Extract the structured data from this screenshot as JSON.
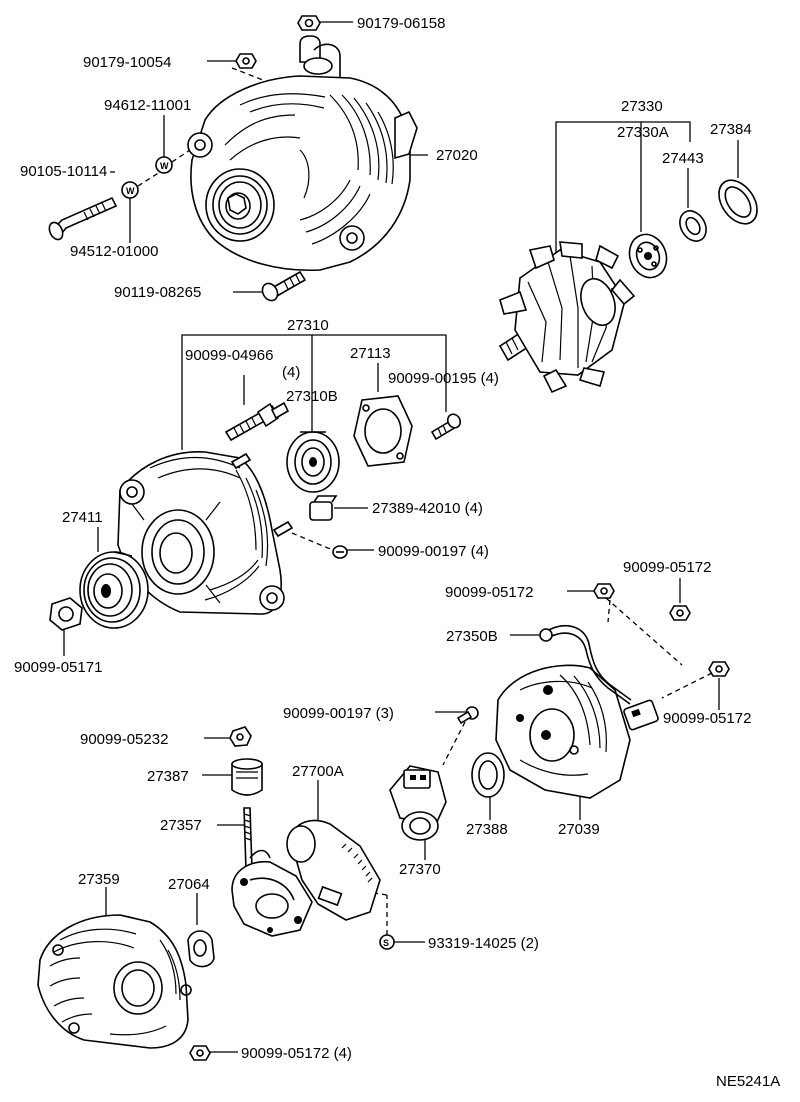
{
  "figure_id": "NE5241A",
  "callouts": {
    "p90179_06158": "90179-06158",
    "p90179_10054": "90179-10054",
    "p94612_11001": "94612-11001",
    "p90105_10114": "90105-10114",
    "p94512_01000": "94512-01000",
    "p27020": "27020",
    "p90119_08265": "90119-08265",
    "p27330": "27330",
    "p27330A": "27330A",
    "p27384": "27384",
    "p27443": "27443",
    "p27310": "27310",
    "p90099_04966": "90099-04966",
    "p90099_04966_qty": "(4)",
    "p27113": "27113",
    "p90099_00195": "90099-00195 (4)",
    "p27310B": "27310B",
    "p27389_42010": "27389-42010 (4)",
    "p27411": "27411",
    "p90099_00197_4": "90099-00197 (4)",
    "p90099_05171": "90099-05171",
    "p90099_05172_a": "90099-05172",
    "p90099_05172_b": "90099-05172",
    "p27350B": "27350B",
    "p90099_05172_c": "90099-05172",
    "p90099_00197_3": "90099-00197 (3)",
    "p90099_05232": "90099-05232",
    "p27387": "27387",
    "p27700A": "27700A",
    "p27357": "27357",
    "p27388": "27388",
    "p27039": "27039",
    "p27370": "27370",
    "p27359": "27359",
    "p27064": "27064",
    "p93319_14025": "93319-14025 (2)",
    "p90099_05172_d": "90099-05172 (4)"
  },
  "symbols": {
    "washer_mark_w": "W",
    "washer_mark_s": "S"
  }
}
